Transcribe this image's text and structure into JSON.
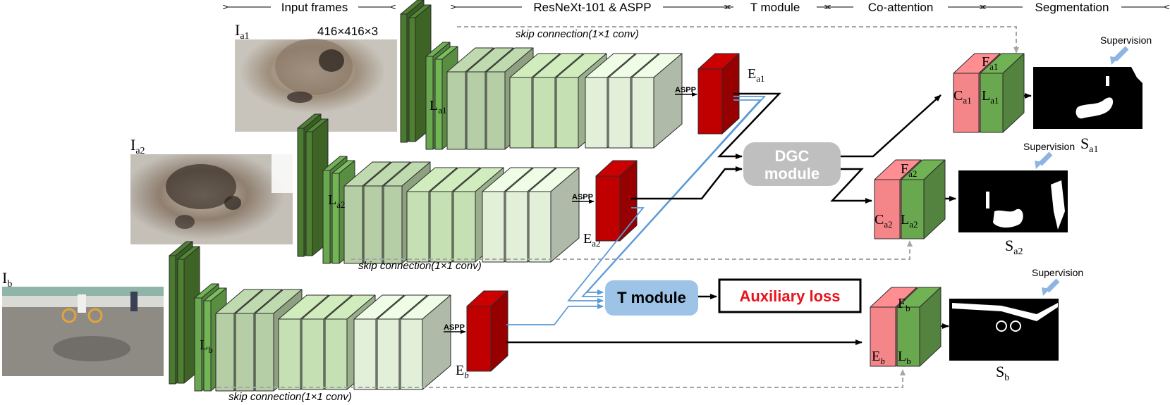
{
  "header": {
    "input_frames": "Input frames",
    "backbone": "ResNeXt-101 & ASPP",
    "t_module": "T module",
    "co_attention": "Co-attention",
    "segmentation": "Segmentation"
  },
  "frames": {
    "ia1": {
      "label": "I",
      "sub": "a1"
    },
    "ia2": {
      "label": "I",
      "sub": "a2"
    },
    "ib": {
      "label": "I",
      "sub": "b"
    },
    "size": "416×416×3"
  },
  "encoders": {
    "la1": {
      "label": "L",
      "sub": "a1"
    },
    "la2": {
      "label": "L",
      "sub": "a2"
    },
    "lb": {
      "label": "L",
      "sub": "b"
    }
  },
  "aspp": "ASPP",
  "embeddings": {
    "ea1": {
      "label": "E",
      "sub": "a1"
    },
    "ea2": {
      "label": "E",
      "sub": "a2"
    },
    "eb": {
      "label": "E",
      "sub": "b"
    }
  },
  "skip": "skip connection(1×1 conv)",
  "dgc": {
    "line1": "DGC",
    "line2": "module"
  },
  "tmodule": "T module",
  "aux": "Auxiliary loss",
  "fused": {
    "a1": {
      "c": "C",
      "csub": "a1",
      "f": "F",
      "fsub": "a1",
      "l": "L",
      "lsub": "a1"
    },
    "a2": {
      "c": "C",
      "csub": "a2",
      "f": "F",
      "fsub": "a2",
      "l": "L",
      "lsub": "a2"
    },
    "b": {
      "e": "E",
      "esub": "b",
      "f": "F",
      "fsub": "b",
      "l": "L",
      "lsub": "b"
    }
  },
  "outputs": {
    "sa1": {
      "label": "S",
      "sub": "a1"
    },
    "sa2": {
      "label": "S",
      "sub": "a2"
    },
    "sb": {
      "label": "S",
      "sub": "b"
    }
  },
  "supervision": "Supervision",
  "colors": {
    "dark_green": "#4a7a2e",
    "mid_green": "#6aa84f",
    "light_green": "#c5e0b3",
    "pale_green": "#e2efd9",
    "red": "#c00000",
    "pink": "#f4868a",
    "blue_arrow": "#5b9bd5",
    "t_module_fill": "#9dc3e6",
    "dgc_fill": "#bfbfbf",
    "aux_text": "#e8141b",
    "skip_gray": "#a6a6a6"
  }
}
